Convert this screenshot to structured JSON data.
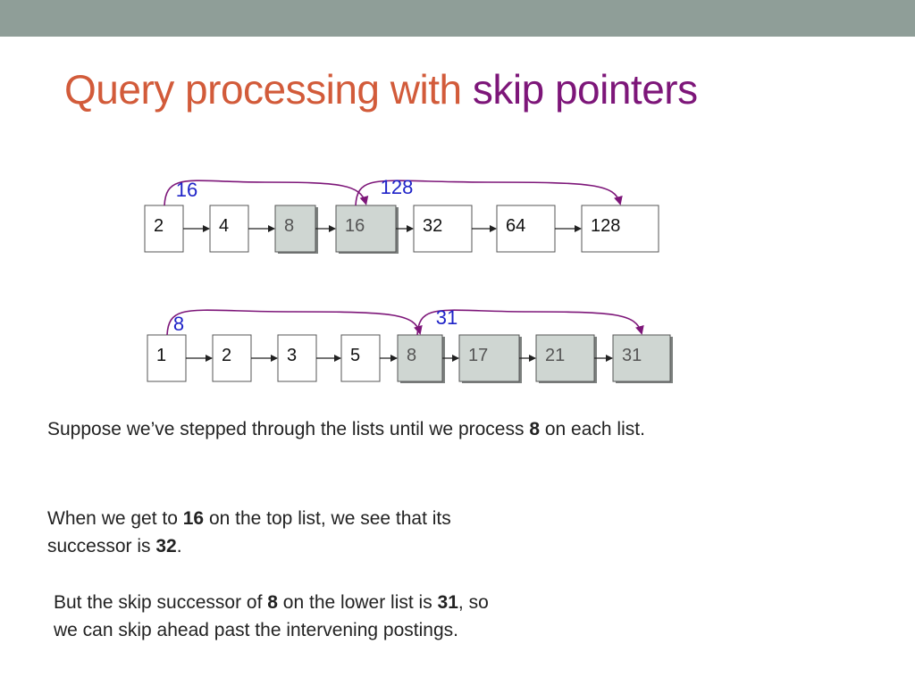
{
  "slide": {
    "title_part1": "Query processing with ",
    "title_part2": "skip pointers"
  },
  "colors": {
    "title": "#d25b3a",
    "title_accent": "#7d1679",
    "skip_arrow": "#7d1679",
    "skip_label": "#1f23c8",
    "shaded_node": "#cfd6d2",
    "top_bar": "#8f9e98"
  },
  "top_list": {
    "nodes": [
      {
        "label": "2",
        "shaded": false
      },
      {
        "label": "4",
        "shaded": false
      },
      {
        "label": "8",
        "shaded": true
      },
      {
        "label": "16",
        "shaded": true
      },
      {
        "label": "32",
        "shaded": false
      },
      {
        "label": "64",
        "shaded": false
      },
      {
        "label": "128",
        "shaded": false
      }
    ],
    "skips": [
      {
        "from": 0,
        "to": 3,
        "label": "16"
      },
      {
        "from": 3,
        "to": 6,
        "label": "128"
      }
    ]
  },
  "bottom_list": {
    "nodes": [
      {
        "label": "1",
        "shaded": false
      },
      {
        "label": "2",
        "shaded": false
      },
      {
        "label": "3",
        "shaded": false
      },
      {
        "label": "5",
        "shaded": false
      },
      {
        "label": "8",
        "shaded": true
      },
      {
        "label": "17",
        "shaded": true
      },
      {
        "label": "21",
        "shaded": true
      },
      {
        "label": "31",
        "shaded": true
      }
    ],
    "skips": [
      {
        "from": 0,
        "to": 4,
        "label": "8"
      },
      {
        "from": 4,
        "to": 7,
        "label": "31"
      }
    ]
  },
  "text": {
    "line1": {
      "pre": "Suppose we’ve stepped through the lists until we process ",
      "bold": "8",
      "post": " on each list."
    },
    "line2a": {
      "pre": "When we get to ",
      "bold": "16",
      "post": " on the top list, we see that its"
    },
    "line2b": {
      "pre": "successor is ",
      "bold": "32",
      "post": "."
    },
    "line3a": {
      "pre": "But the skip successor of ",
      "bold1": "8",
      "mid": " on the lower list is ",
      "bold2": "31",
      "post": ", so"
    },
    "line3b": {
      "text": "we can skip ahead past the intervening postings."
    }
  }
}
